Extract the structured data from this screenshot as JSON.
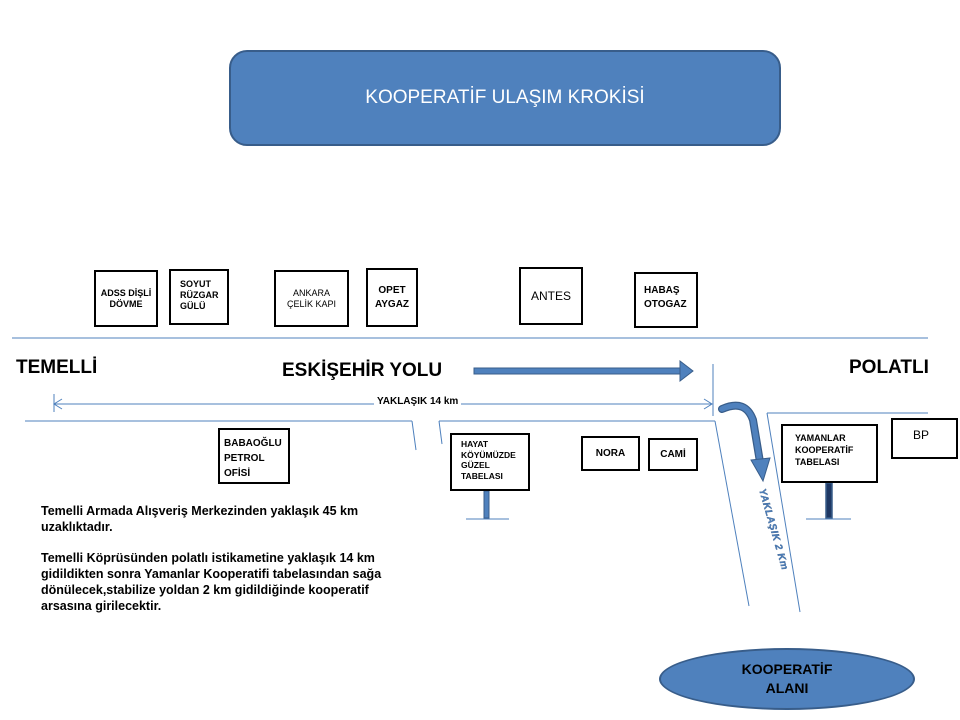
{
  "title": "KOOPERATİF ULAŞIM KROKİSİ",
  "places": {
    "left_city": "TEMELLİ",
    "road": "ESKİŞEHİR YOLU",
    "right_city": "POLATLI",
    "distance_main": "YAKLAŞIK 14 km",
    "distance_side": "YAKLAŞIK 2 Km"
  },
  "signs_top": [
    {
      "label": "ADSS DİŞLİ DÖVME"
    },
    {
      "label": "SOYUT RÜZGAR GÜLÜ"
    },
    {
      "label": "ANKARA ÇELİK KAPI"
    },
    {
      "label": "OPET AYGAZ"
    },
    {
      "label": "ANTES"
    },
    {
      "label": "HABAŞ OTOGAZ"
    }
  ],
  "signs_bottom": [
    {
      "label": "BABAOĞLU PETROL OFİSİ"
    },
    {
      "label": "HAYAT KÖYÜMÜZDE GÜZEL TABELASI"
    },
    {
      "label": "NORA"
    },
    {
      "label": "CAMİ"
    },
    {
      "label": "YAMANLAR KOOPERATİF TABELASI"
    },
    {
      "label": "BP"
    }
  ],
  "notes": [
    "Temelli Armada Alışveriş Merkezinden yaklaşık 45 km uzaklıktadır.",
    "Temelli Köprüsünden polatlı istikametine yaklaşık 14 km gidildikten sonra Yamanlar Kooperatifi tabelasından sağa dönülecek,stabilize yoldan 2 km gidildiğinde kooperatif arsasına girilecektir."
  ],
  "destination": "KOOPERATİF ALANI",
  "colors": {
    "accent": "#4f81bd",
    "accent_border": "#385d8a",
    "road_line": "#4f81bd"
  }
}
